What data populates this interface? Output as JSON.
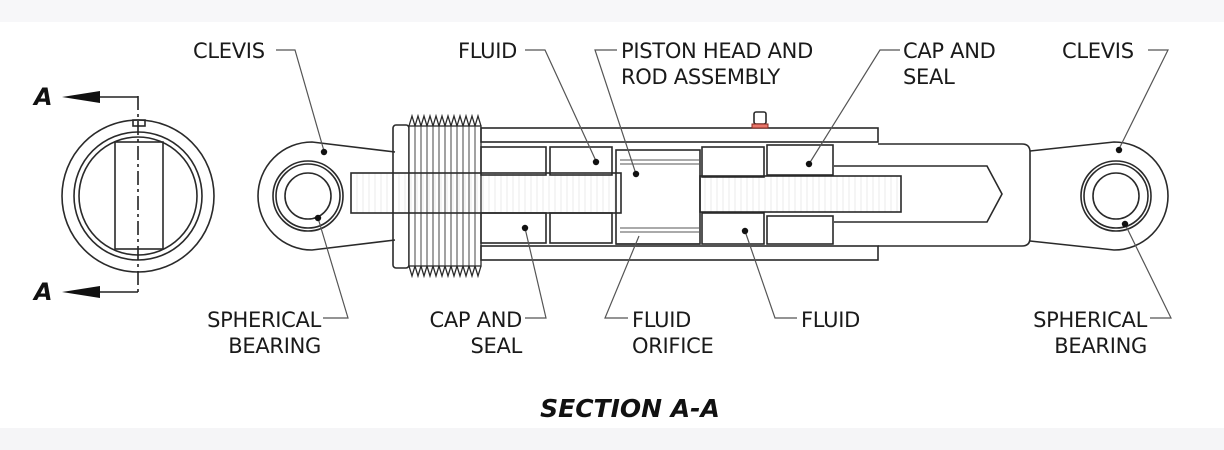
{
  "title": "SECTION A-A",
  "section_markers": {
    "top": "A",
    "bottom": "A"
  },
  "colors": {
    "cylinder_wall": "#e8776c",
    "cap_and_seal": "#57b886",
    "fluid": "#4f8de8",
    "piston_rod": "#d6d6d6",
    "outline": "#2a2a2a",
    "leader": "#555555"
  },
  "labels": {
    "clevis_left": [
      "CLEVIS"
    ],
    "spherical_bearing_left": [
      "SPHERICAL",
      "BEARING"
    ],
    "fluid_top": [
      "FLUID"
    ],
    "piston_head": [
      "PISTON HEAD AND",
      "ROD ASSEMBLY"
    ],
    "cap_seal_top": [
      "CAP AND",
      "SEAL"
    ],
    "clevis_right": [
      "CLEVIS"
    ],
    "cap_seal_bottom": [
      "CAP AND",
      "SEAL"
    ],
    "fluid_orifice": [
      "FLUID",
      "ORIFICE"
    ],
    "fluid_bottom": [
      "FLUID"
    ],
    "spherical_bearing_right": [
      "SPHERICAL",
      "BEARING"
    ]
  }
}
